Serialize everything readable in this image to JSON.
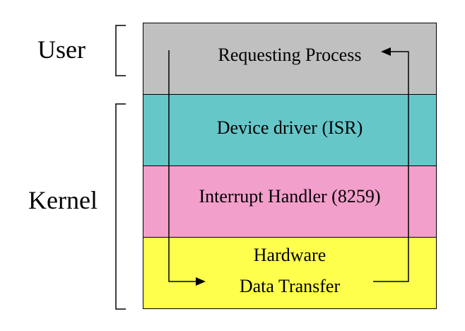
{
  "labels": {
    "user": "User",
    "kernel": "Kernel"
  },
  "layers": [
    {
      "text": "Requesting Process",
      "color": "#c0c0c0"
    },
    {
      "text": "Device driver (ISR)",
      "color": "#66c7c9"
    },
    {
      "text": "Interrupt Handler (8259)",
      "color": "#f39fcb"
    },
    {
      "text_line1": "Hardware",
      "text_line2": "Data Transfer",
      "color": "#fefe4d"
    }
  ]
}
